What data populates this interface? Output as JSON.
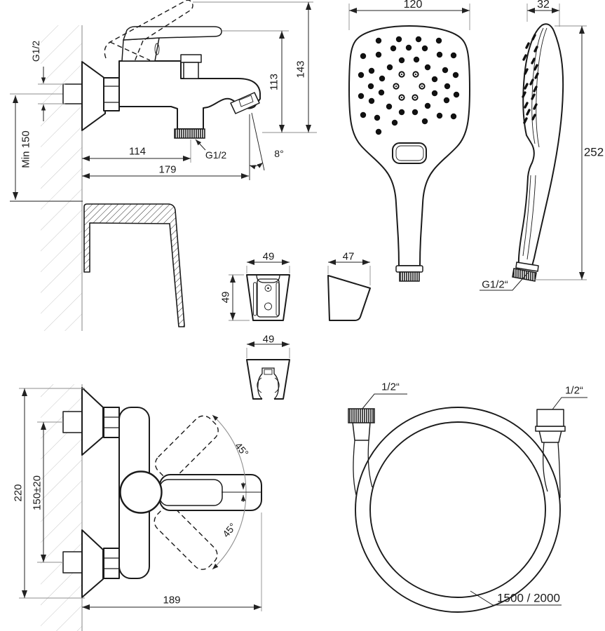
{
  "labels": {
    "mixer_side": {
      "g12_wall": "G1/2",
      "min150": "Min 150",
      "d114": "114",
      "d179": "179",
      "g12_outlet": "G1/2",
      "angle8": "8°",
      "d113": "113",
      "d143": "143"
    },
    "handshower_front": {
      "d120": "120"
    },
    "handshower_side": {
      "d32": "32",
      "d252": "252",
      "g12": "G1/2“"
    },
    "holder_front": {
      "width49": "49",
      "height49": "49"
    },
    "holder_side": {
      "d47": "47"
    },
    "holder_bottom": {
      "d49": "49"
    },
    "mixer_front": {
      "d220": "220",
      "d150": "150±20",
      "d189": "189",
      "angle45_upper": "45°",
      "angle45_lower": "45°"
    },
    "hose": {
      "left_thread": "1/2“",
      "right_thread": "1/2“",
      "length": "1500 / 2000"
    }
  },
  "colors": {
    "line": "#1b1b1b",
    "dimension": "#222222",
    "construction": "#8d8d8d",
    "wall_hatch": "#c7c7c7",
    "background": "#ffffff"
  }
}
